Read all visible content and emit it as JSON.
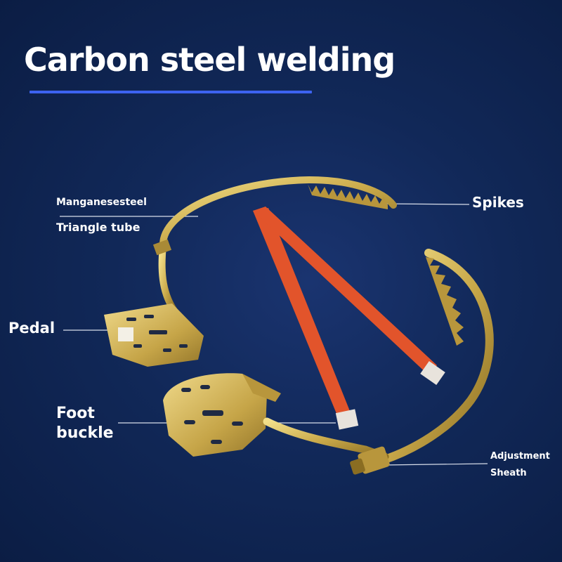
{
  "title": "Carbon steel welding",
  "labels": {
    "manganese_steel": "Manganesesteel",
    "triangle_tube": "Triangle tube",
    "spikes": "Spikes",
    "pedal": "Pedal",
    "foot_buckle_line1": "Foot",
    "foot_buckle_line2": "buckle",
    "adjustment_line1": "Adjustment",
    "adjustment_line2": "Sheath"
  },
  "colors": {
    "background": "#112858",
    "accent_underline": "#3d63f0",
    "metal": "#c9a94a",
    "strap": "#e2542b"
  }
}
